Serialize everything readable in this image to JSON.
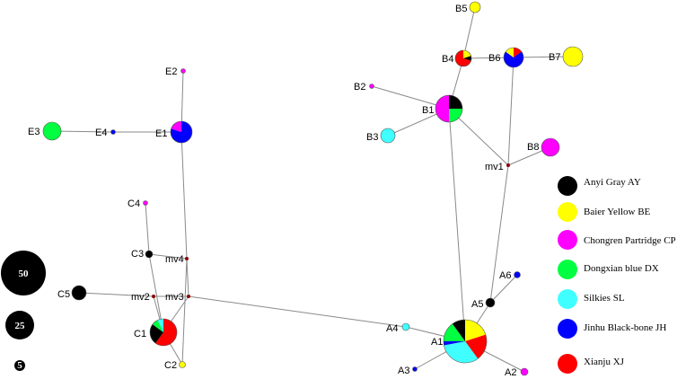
{
  "colors": {
    "AY": "#000000",
    "BE": "#ffff00",
    "CP": "#ff00ff",
    "DX": "#00ff40",
    "SL": "#40ffff",
    "JH": "#0000ff",
    "XJ": "#ff0000",
    "median": "#8b0000",
    "edge": "#8a8a8a"
  },
  "legend": [
    {
      "key": "AY",
      "label": "Anyi Gray  AY"
    },
    {
      "key": "BE",
      "label": "Baier Yellow  BE"
    },
    {
      "key": "CP",
      "label": "Chongren Partridge CP"
    },
    {
      "key": "DX",
      "label": "Dongxian blue   DX"
    },
    {
      "key": "SL",
      "label": "Silkies SL"
    },
    {
      "key": "JH",
      "label": "Jinhu Black-bone JH"
    },
    {
      "key": "XJ",
      "label": "Xianju XJ"
    }
  ],
  "scale": [
    {
      "label": "50"
    },
    {
      "label": "25"
    },
    {
      "label": "5"
    }
  ],
  "nodes": [
    {
      "id": "A1",
      "label": "A1",
      "slices": [
        {
          "key": "BE",
          "v": 20
        },
        {
          "key": "XJ",
          "v": 20
        },
        {
          "key": "SL",
          "v": 32
        },
        {
          "key": "JH",
          "v": 3
        },
        {
          "key": "DX",
          "v": 15
        },
        {
          "key": "AY",
          "v": 10
        }
      ]
    },
    {
      "id": "A2",
      "label": "A2",
      "slices": [
        {
          "key": "CP",
          "v": 1
        }
      ]
    },
    {
      "id": "A3",
      "label": "A3",
      "slices": [
        {
          "key": "JH",
          "v": 1
        }
      ]
    },
    {
      "id": "A4",
      "label": "A4",
      "slices": [
        {
          "key": "SL",
          "v": 1
        }
      ]
    },
    {
      "id": "A5",
      "label": "A5",
      "slices": [
        {
          "key": "AY",
          "v": 1
        }
      ]
    },
    {
      "id": "A6",
      "label": "A6",
      "slices": [
        {
          "key": "JH",
          "v": 1
        }
      ]
    },
    {
      "id": "B1",
      "label": "B1",
      "slices": [
        {
          "key": "AY",
          "v": 25
        },
        {
          "key": "DX",
          "v": 25
        },
        {
          "key": "CP",
          "v": 50
        }
      ]
    },
    {
      "id": "B2",
      "label": "B2",
      "slices": [
        {
          "key": "CP",
          "v": 1
        }
      ]
    },
    {
      "id": "B3",
      "label": "B3",
      "slices": [
        {
          "key": "SL",
          "v": 1
        }
      ]
    },
    {
      "id": "B4",
      "label": "B4",
      "slices": [
        {
          "key": "BE",
          "v": 20
        },
        {
          "key": "AY",
          "v": 10
        },
        {
          "key": "XJ",
          "v": 70
        }
      ]
    },
    {
      "id": "B5",
      "label": "B5",
      "slices": [
        {
          "key": "BE",
          "v": 1
        }
      ]
    },
    {
      "id": "B6",
      "label": "B6",
      "slices": [
        {
          "key": "XJ",
          "v": 15
        },
        {
          "key": "JH",
          "v": 70
        },
        {
          "key": "BE",
          "v": 15
        }
      ]
    },
    {
      "id": "B7",
      "label": "B7",
      "slices": [
        {
          "key": "BE",
          "v": 1
        }
      ]
    },
    {
      "id": "B8",
      "label": "B8",
      "slices": [
        {
          "key": "CP",
          "v": 1
        }
      ]
    },
    {
      "id": "C1",
      "label": "C1",
      "slices": [
        {
          "key": "XJ",
          "v": 60
        },
        {
          "key": "AY",
          "v": 25
        },
        {
          "key": "DX",
          "v": 8
        },
        {
          "key": "SL",
          "v": 7
        }
      ]
    },
    {
      "id": "C2",
      "label": "C2",
      "slices": [
        {
          "key": "BE",
          "v": 1
        }
      ]
    },
    {
      "id": "C3",
      "label": "C3",
      "slices": [
        {
          "key": "AY",
          "v": 1
        }
      ]
    },
    {
      "id": "C4",
      "label": "C4",
      "slices": [
        {
          "key": "CP",
          "v": 1
        }
      ]
    },
    {
      "id": "C5",
      "label": "C5",
      "slices": [
        {
          "key": "AY",
          "v": 1
        }
      ]
    },
    {
      "id": "E1",
      "label": "E1",
      "slices": [
        {
          "key": "JH",
          "v": 80
        },
        {
          "key": "CP",
          "v": 20
        }
      ]
    },
    {
      "id": "E2",
      "label": "E2",
      "slices": [
        {
          "key": "CP",
          "v": 1
        }
      ]
    },
    {
      "id": "E3",
      "label": "E3",
      "slices": [
        {
          "key": "DX",
          "v": 1
        }
      ]
    },
    {
      "id": "E4",
      "label": "E4",
      "slices": [
        {
          "key": "JH",
          "v": 1
        }
      ]
    },
    {
      "id": "mv1",
      "label": "mv1",
      "median": true
    },
    {
      "id": "mv2",
      "label": "mv2",
      "median": true
    },
    {
      "id": "mv3",
      "label": "mv3",
      "median": true
    },
    {
      "id": "mv4",
      "label": "mv4",
      "median": true
    }
  ],
  "edges": [
    [
      "A1",
      "A2"
    ],
    [
      "A1",
      "A3"
    ],
    [
      "A1",
      "A4"
    ],
    [
      "A1",
      "A5"
    ],
    [
      "A5",
      "A6"
    ],
    [
      "A5",
      "mv1"
    ],
    [
      "A1",
      "B1"
    ],
    [
      "A4",
      "mv3"
    ],
    [
      "mv1",
      "B8"
    ],
    [
      "mv1",
      "B1"
    ],
    [
      "mv1",
      "B6"
    ],
    [
      "B1",
      "B2"
    ],
    [
      "B1",
      "B3"
    ],
    [
      "B1",
      "B4"
    ],
    [
      "B4",
      "B5"
    ],
    [
      "B4",
      "B6"
    ],
    [
      "B6",
      "B7"
    ],
    [
      "mv3",
      "mv2"
    ],
    [
      "mv3",
      "mv4"
    ],
    [
      "mv3",
      "C1"
    ],
    [
      "mv2",
      "C5"
    ],
    [
      "mv2",
      "C1"
    ],
    [
      "mv4",
      "C3"
    ],
    [
      "mv4",
      "E1"
    ],
    [
      "C3",
      "C4"
    ],
    [
      "C3",
      "C1"
    ],
    [
      "C1",
      "C2"
    ],
    [
      "E1",
      "E2"
    ],
    [
      "E1",
      "E4"
    ],
    [
      "E4",
      "E3"
    ],
    [
      "mv4",
      "C2"
    ]
  ]
}
